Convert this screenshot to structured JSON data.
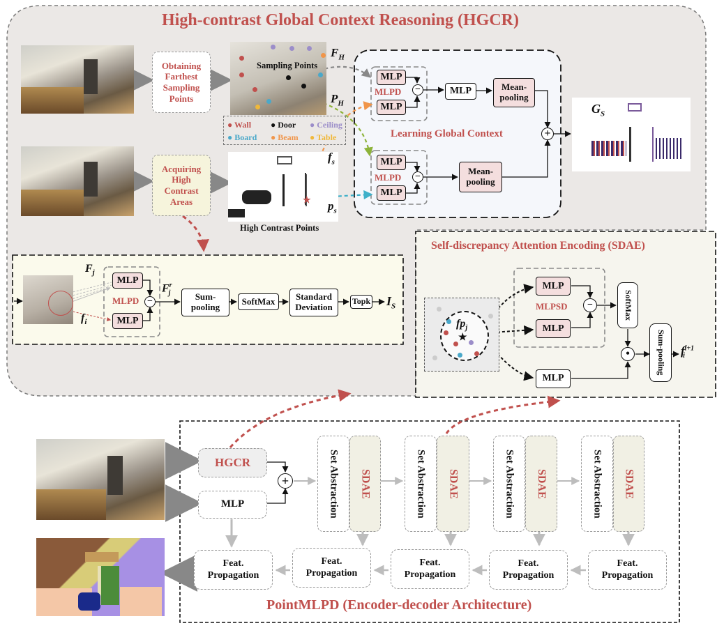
{
  "colors": {
    "accent_red": "#c0504d",
    "mlp_fill": "#f4dede",
    "hgcr_panel": "#ebe8e6",
    "mlpd_panel": "#fbfaec",
    "sdae_panel": "#f6f5ee",
    "wall": "#c0504d",
    "door": "#111111",
    "ceiling": "#9b8dc9",
    "board": "#4aa8c9",
    "beam": "#f0954a",
    "table": "#f0b83a"
  },
  "hgcr": {
    "title": "High-contrast Global Context Reasoning (HGCR)",
    "obtaining": "Obtaining Farthest Sampling Points",
    "acquiring": "Acquiring High Contrast Areas",
    "sampling_points": "Sampling Points",
    "high_contrast_points": "High Contrast Points",
    "learning_global_context": "Learning Global Context",
    "F_H": "F",
    "F_H_sub": "H",
    "P_H": "P",
    "P_H_sub": "H",
    "f_s": "f",
    "f_s_sub": "s",
    "p_s": "p",
    "p_s_sub": "s",
    "G_S": "G",
    "G_S_sub": "S",
    "mlp": "MLP",
    "mlpd": "MLPD",
    "mean_pooling": "Mean-pooling",
    "legend": [
      {
        "label": "Wall",
        "color": "#c0504d"
      },
      {
        "label": "Door",
        "color": "#111111"
      },
      {
        "label": "Ceiling",
        "color": "#9b8dc9"
      },
      {
        "label": "Board",
        "color": "#4aa8c9"
      },
      {
        "label": "Beam",
        "color": "#f0954a"
      },
      {
        "label": "Table",
        "color": "#f0b83a"
      }
    ]
  },
  "mlpd_block": {
    "F_j": "F",
    "F_j_sub": "j",
    "f_i": "f",
    "f_i_sub": "i",
    "F_j_r": "F",
    "F_j_r_sub": "j",
    "F_j_r_sup": "r",
    "sum_pooling": "Sum-pooling",
    "softmax": "SoftMax",
    "std_dev": "Standard Deviation",
    "topk": "Topk",
    "I_S": "I",
    "I_S_sub": "S"
  },
  "sdae": {
    "title": "Self-discrepancy Attention Encoding (SDAE)",
    "mlpsd": "MLPSD",
    "softmax": "SoftMax",
    "sum_pooling": "Sum-pooling",
    "fp_j": "fp",
    "fp_j_sub": "j",
    "f_out": "f",
    "f_out_sub": "i",
    "f_out_sup": "l+1"
  },
  "pipeline": {
    "title": "PointMLPD (Encoder-decoder Architecture)",
    "hgcr": "HGCR",
    "mlp": "MLP",
    "set_abstraction": "Set Abstraction",
    "sdae": "SDAE",
    "feat_prop": "Feat. Propagation"
  },
  "symbols": {
    "minus": "−",
    "plus": "+",
    "dot": "•",
    "star": "★"
  }
}
